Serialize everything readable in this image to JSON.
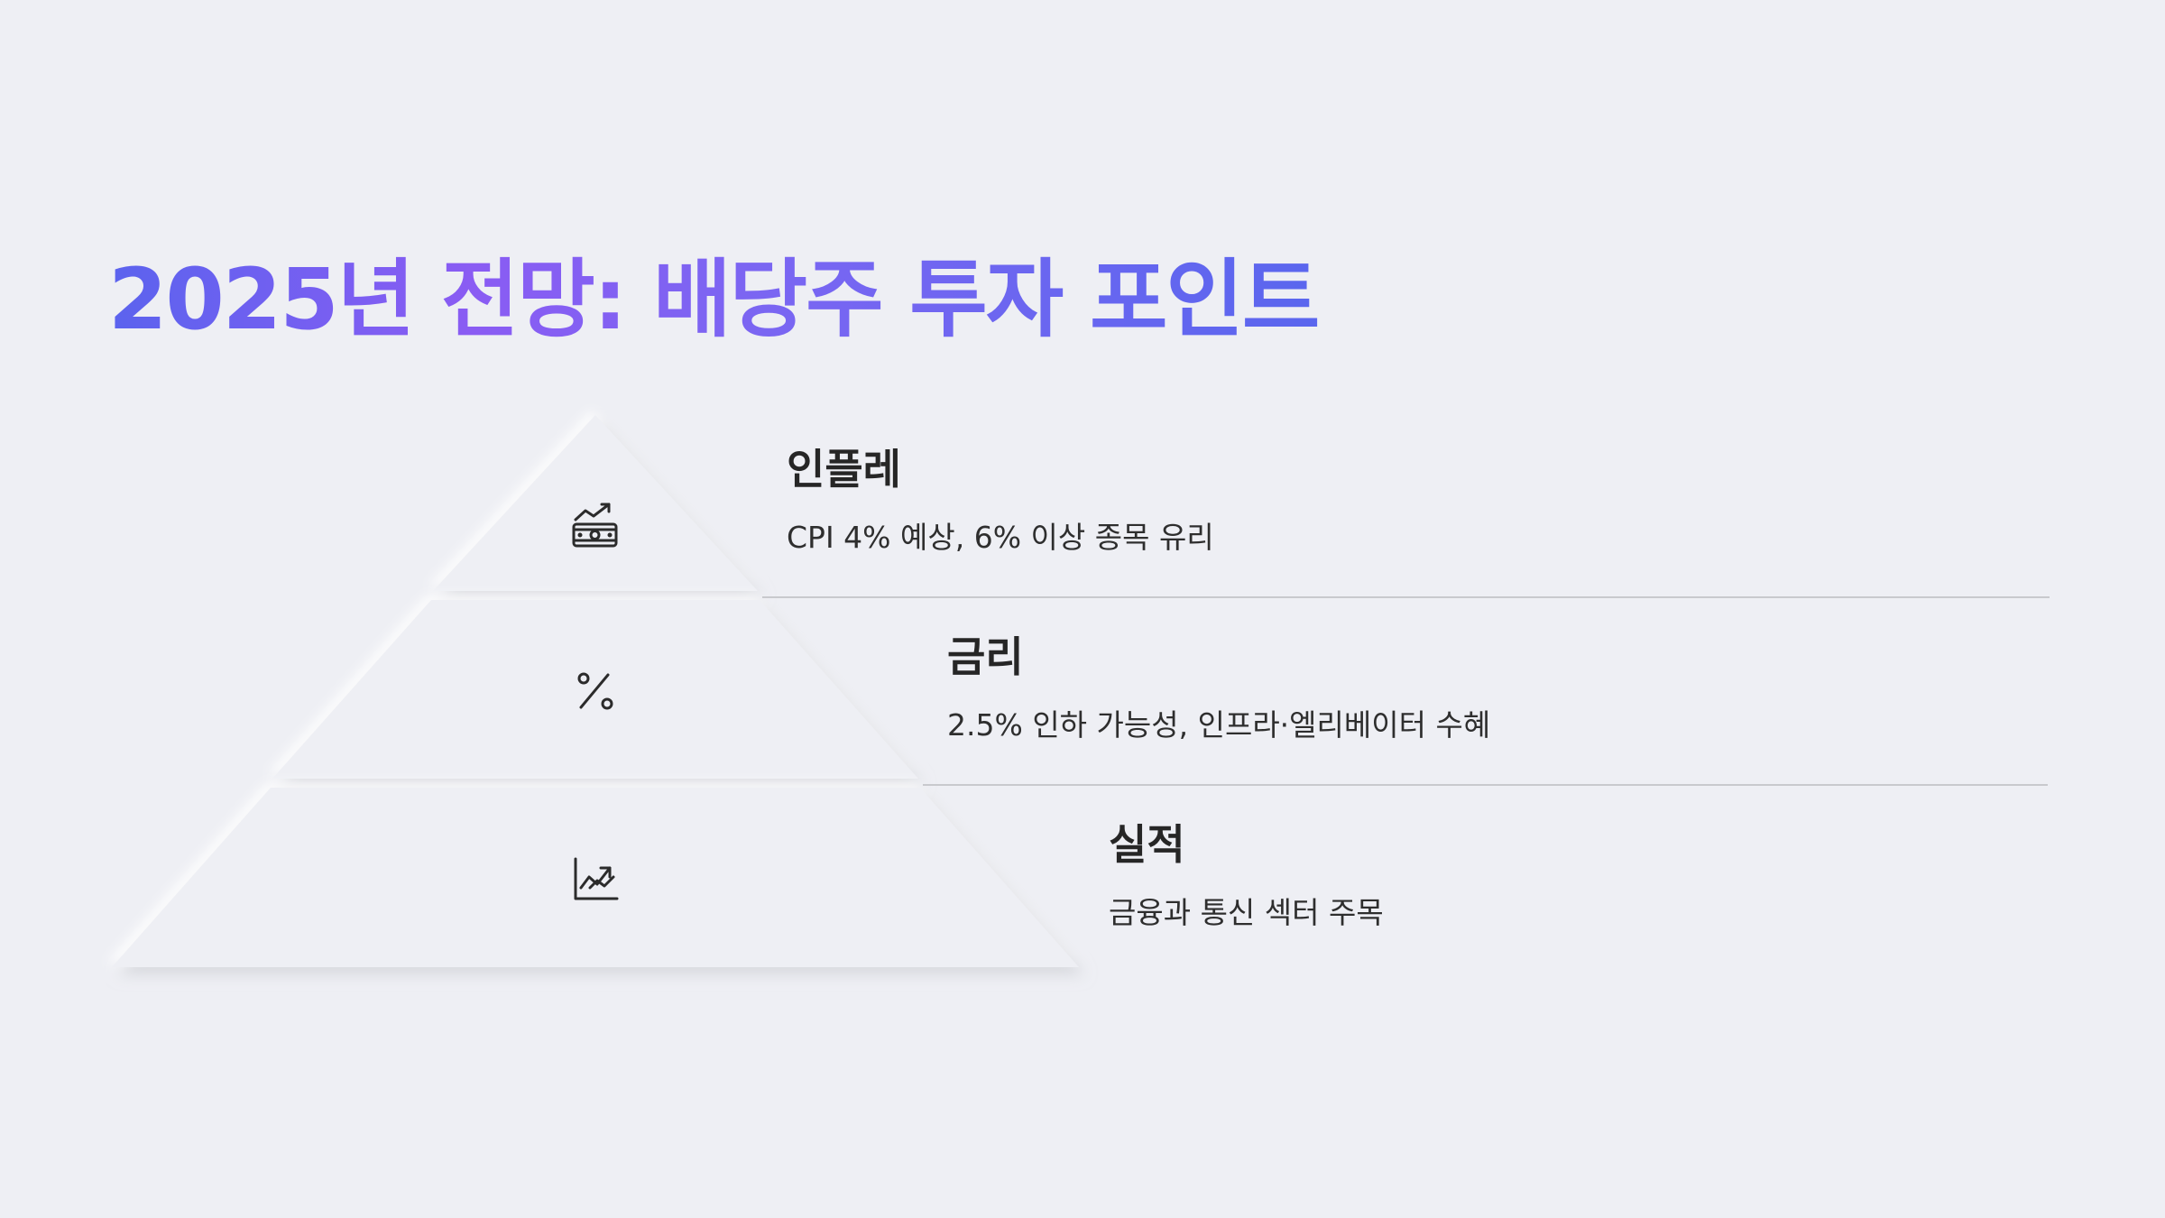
{
  "slide": {
    "title": "2025년 전망: 배당주 투자 포인트",
    "accent_gradient": [
      "#5b63ee",
      "#8a5cf3",
      "#5a66ee"
    ],
    "background": "#eeeff4"
  },
  "tiers": [
    {
      "icon": "money-trend-icon",
      "heading": "인플레",
      "description": "CPI 4% 예상, 6% 이상 종목 유리"
    },
    {
      "icon": "percent-icon",
      "heading": "금리",
      "description": "2.5% 인하 가능성, 인프라·엘리베이터 수혜"
    },
    {
      "icon": "chart-trend-icon",
      "heading": "실적",
      "description": "금융과 통신 섹터 주목"
    }
  ]
}
